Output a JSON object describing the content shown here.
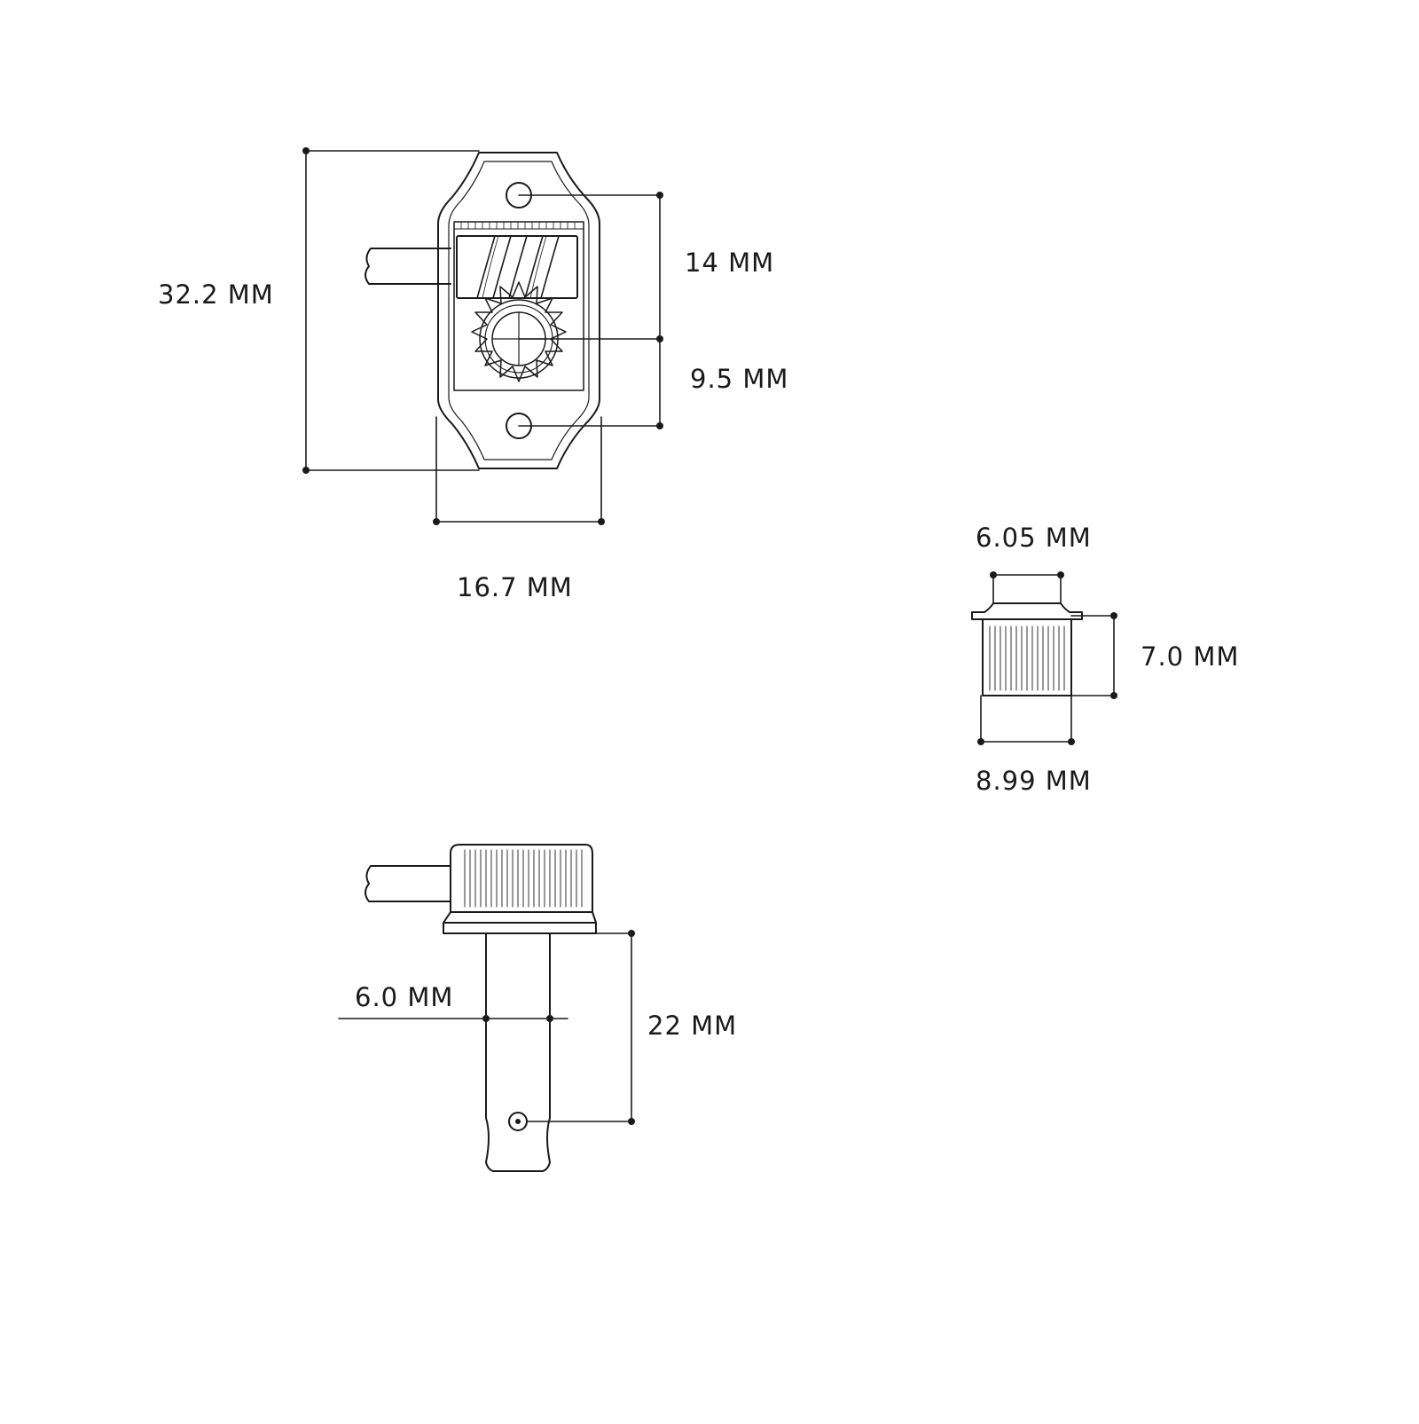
{
  "dimensions": {
    "plate_height": "32.2 MM",
    "hole_to_center": "14 MM",
    "center_to_hole": "9.5 MM",
    "plate_width": "16.7 MM",
    "bushing_top": "6.05 MM",
    "bushing_height": "7.0 MM",
    "bushing_bottom": "8.99 MM",
    "post_diameter": "6.0 MM",
    "post_length": "22 MM"
  },
  "colors": {
    "line": "#1a1a1a",
    "background": "#ffffff"
  }
}
